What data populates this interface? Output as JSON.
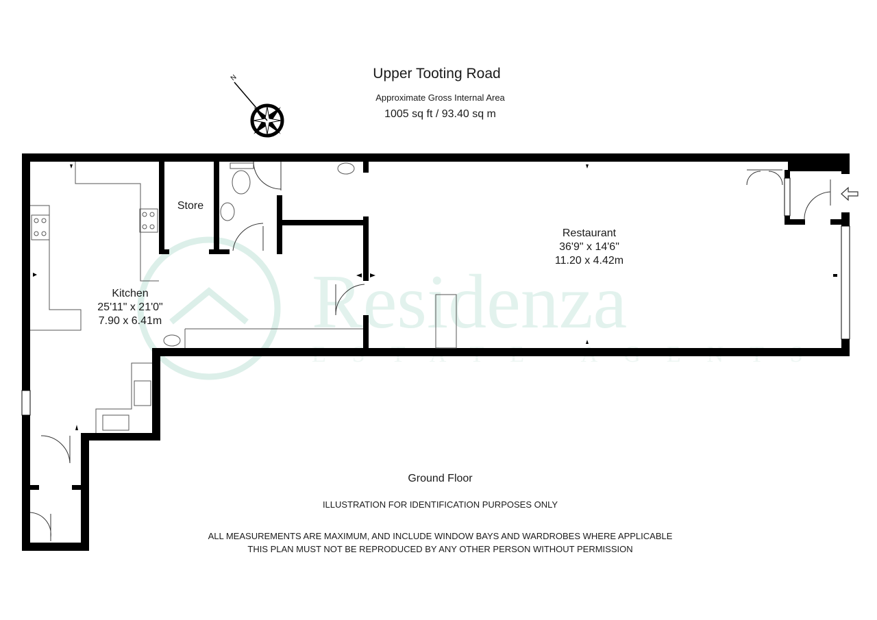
{
  "header": {
    "title": "Upper Tooting Road",
    "subtitle": "Approximate Gross Internal Area",
    "area": "1005 sq ft  /  93.40 sq m"
  },
  "compass": {
    "label": "N"
  },
  "rooms": {
    "kitchen": {
      "name": "Kitchen",
      "imperial": "25'11\" x 21'0\"",
      "metric": "7.90 x 6.41m"
    },
    "store": {
      "name": "Store"
    },
    "restaurant": {
      "name": "Restaurant",
      "imperial": "36'9\" x 14'6\"",
      "metric": "11.20 x 4.42m"
    }
  },
  "watermark": {
    "brand": "Residenza",
    "tagline": "ESTATE AGENTS",
    "color": "#cfe9e3"
  },
  "footer": {
    "floor": "Ground Floor",
    "note1": "ILLUSTRATION FOR IDENTIFICATION PURPOSES ONLY",
    "note2": "ALL MEASUREMENTS ARE MAXIMUM, AND INCLUDE WINDOW BAYS AND WARDROBES WHERE APPLICABLE",
    "note3": "THIS PLAN MUST NOT BE REPRODUCED BY ANY OTHER PERSON WITHOUT PERMISSION"
  }
}
